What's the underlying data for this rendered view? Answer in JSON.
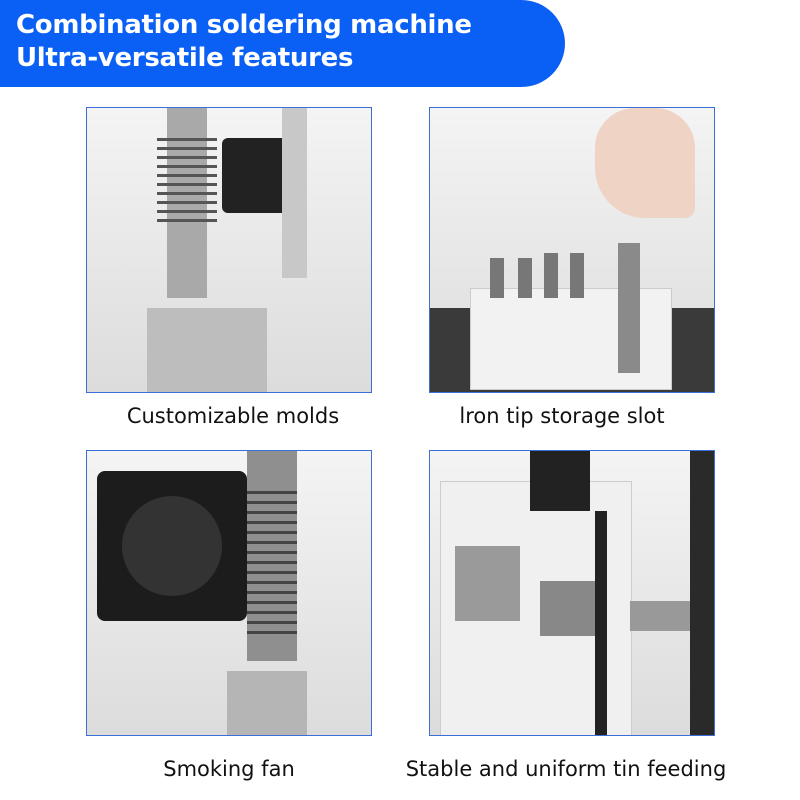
{
  "banner": {
    "line1": "Combination soldering machine",
    "line2": "Ultra-versatile features",
    "color": "#0a60f5"
  },
  "panels": [
    {
      "caption": "Customizable molds"
    },
    {
      "caption": "lron tip storage slot"
    },
    {
      "caption": "Smoking fan"
    },
    {
      "caption": "Stable and uniform tin feeding"
    }
  ]
}
